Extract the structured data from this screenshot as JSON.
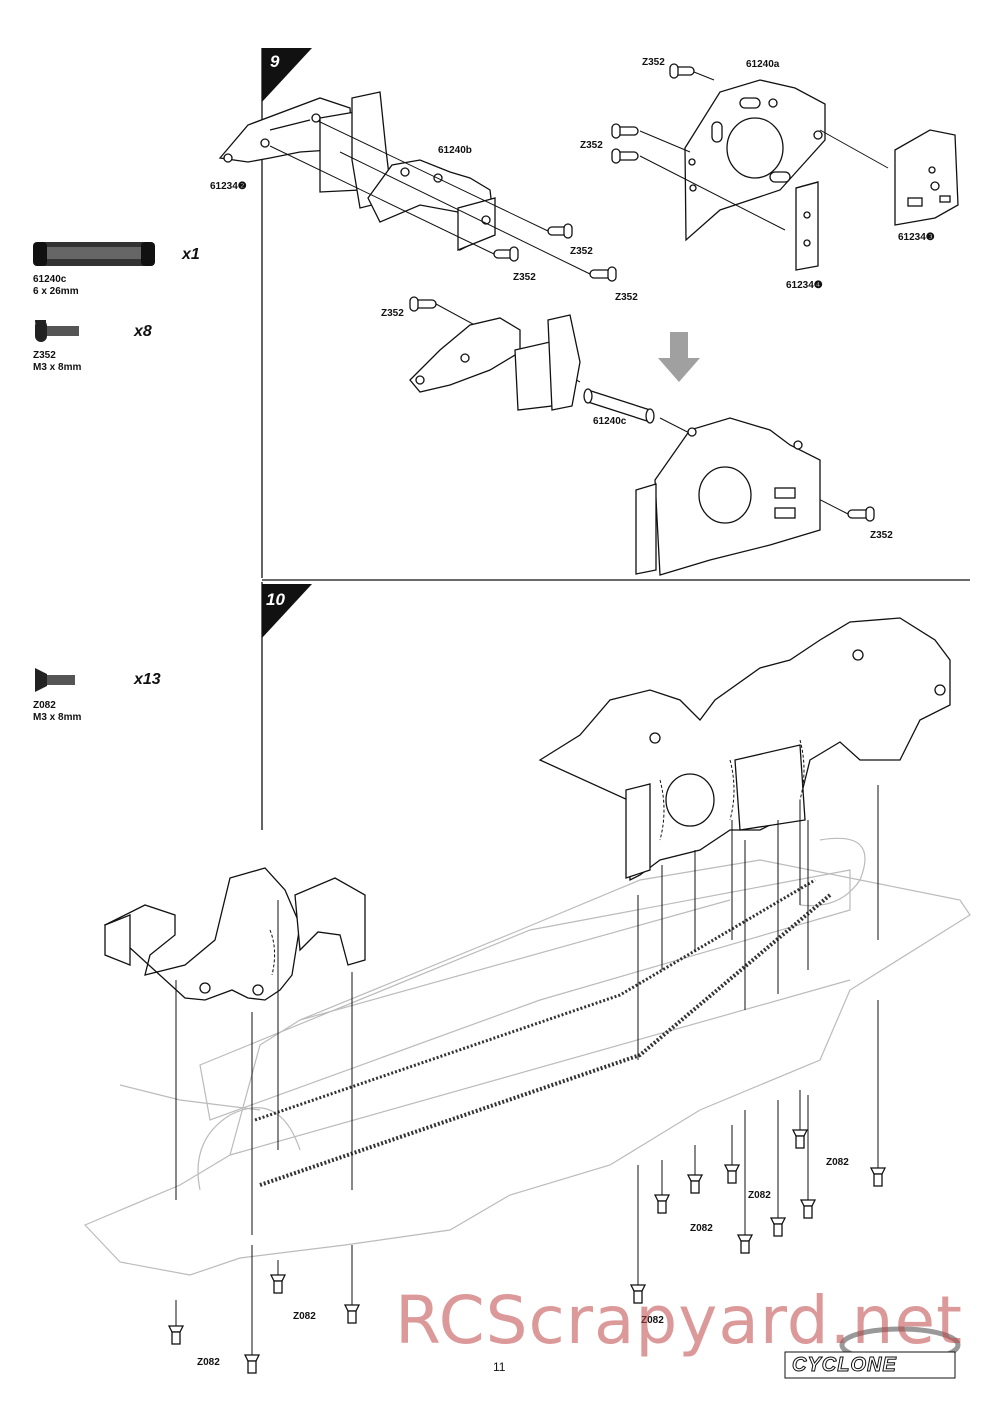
{
  "page": {
    "number": "11",
    "watermark": "RCScrapyard.net",
    "logo": "CYCLONE"
  },
  "step9": {
    "number": "9",
    "labels": {
      "z352_a": "Z352",
      "part_61240a": "61240a",
      "z352_b": "Z352",
      "part_61240b": "61240b",
      "part_61234_2": "61234❷",
      "part_61234_3": "61234❸",
      "part_61234_4": "61234❹",
      "z352_c": "Z352",
      "z352_d": "Z352",
      "z352_e": "Z352",
      "z352_f": "Z352",
      "part_61240c": "61240c",
      "z352_g": "Z352"
    }
  },
  "step10": {
    "number": "10",
    "labels": {
      "z082_a": "Z082",
      "z082_b": "Z082",
      "z082_c": "Z082",
      "z082_d": "Z082",
      "z082_e": "Z082",
      "z082_f": "Z082"
    }
  },
  "parts_list": [
    {
      "code": "61240c",
      "size": "6 x 26mm",
      "qty": "x1"
    },
    {
      "code": "Z352",
      "size": "M3 x 8mm",
      "qty": "x8"
    },
    {
      "code": "Z082",
      "size": "M3 x 8mm",
      "qty": "x13"
    }
  ],
  "colors": {
    "ink": "#111111",
    "chassis": "#bbbbbb",
    "watermark": "#be4646",
    "arrow_gray": "#a0a0a0"
  }
}
